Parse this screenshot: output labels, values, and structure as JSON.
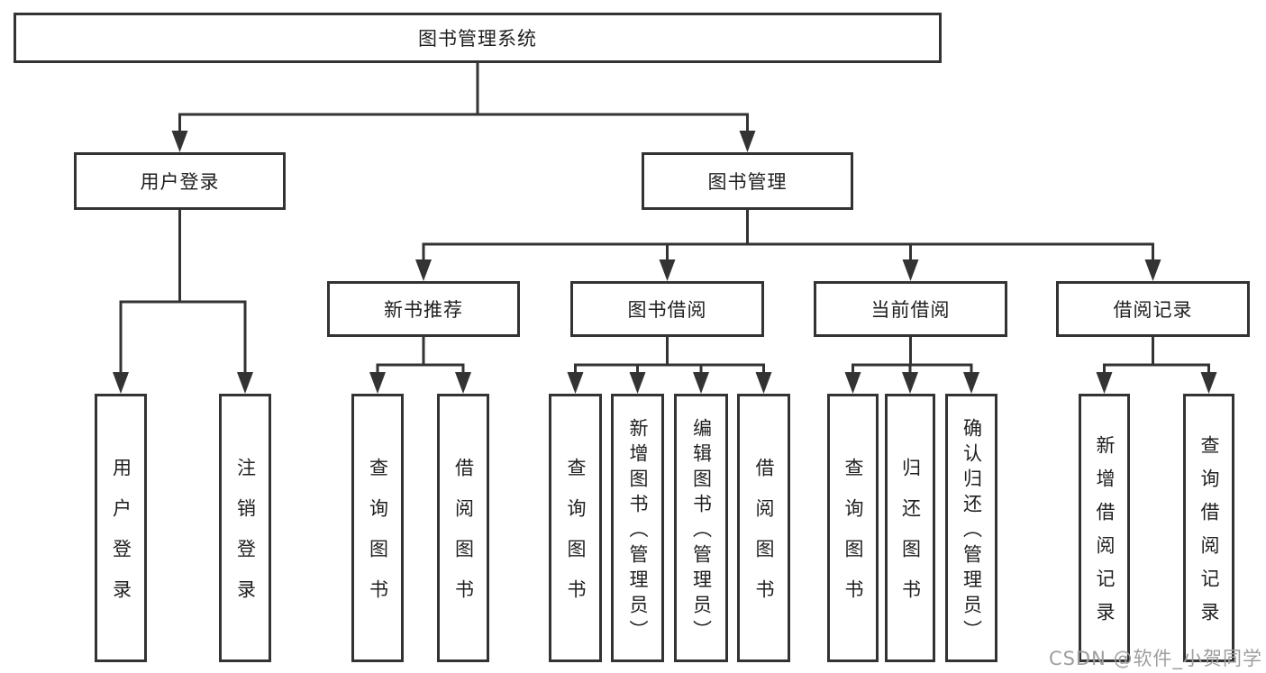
{
  "nodes": {
    "root": "图书管理系统",
    "level1": [
      "用户登录",
      "图书管理"
    ],
    "level2": [
      "新书推荐",
      "图书借阅",
      "当前借阅",
      "借阅记录"
    ],
    "leaves": [
      "用户登录",
      "注销登录",
      "查询图书",
      "借阅图书",
      "查询图书",
      "新增图书（管理员）",
      "编辑图书（管理员）",
      "借阅图书",
      "查询图书",
      "归还图书",
      "确认归还（管理员）",
      "新增借阅记录",
      "查询借阅记录"
    ]
  },
  "watermark": "CSDN @软件_小贺同学",
  "colors": {
    "line": "#333333",
    "text": "#1f1f1f",
    "watermark": "#9e9e9e",
    "bg": "#ffffff"
  }
}
